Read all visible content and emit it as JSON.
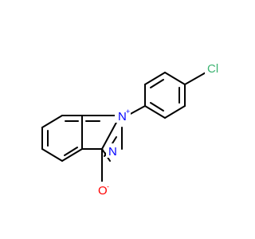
{
  "molecule": {
    "atoms": {
      "n_plus": {
        "symbol": "N",
        "charge": "+",
        "color": "#0000ff"
      },
      "n": {
        "symbol": "N",
        "color": "#0000ff"
      },
      "o_minus": {
        "symbol": "O",
        "charge": "-",
        "color": "#ff0000"
      },
      "cl": {
        "symbol": "Cl",
        "color": "#3cb371"
      }
    }
  }
}
